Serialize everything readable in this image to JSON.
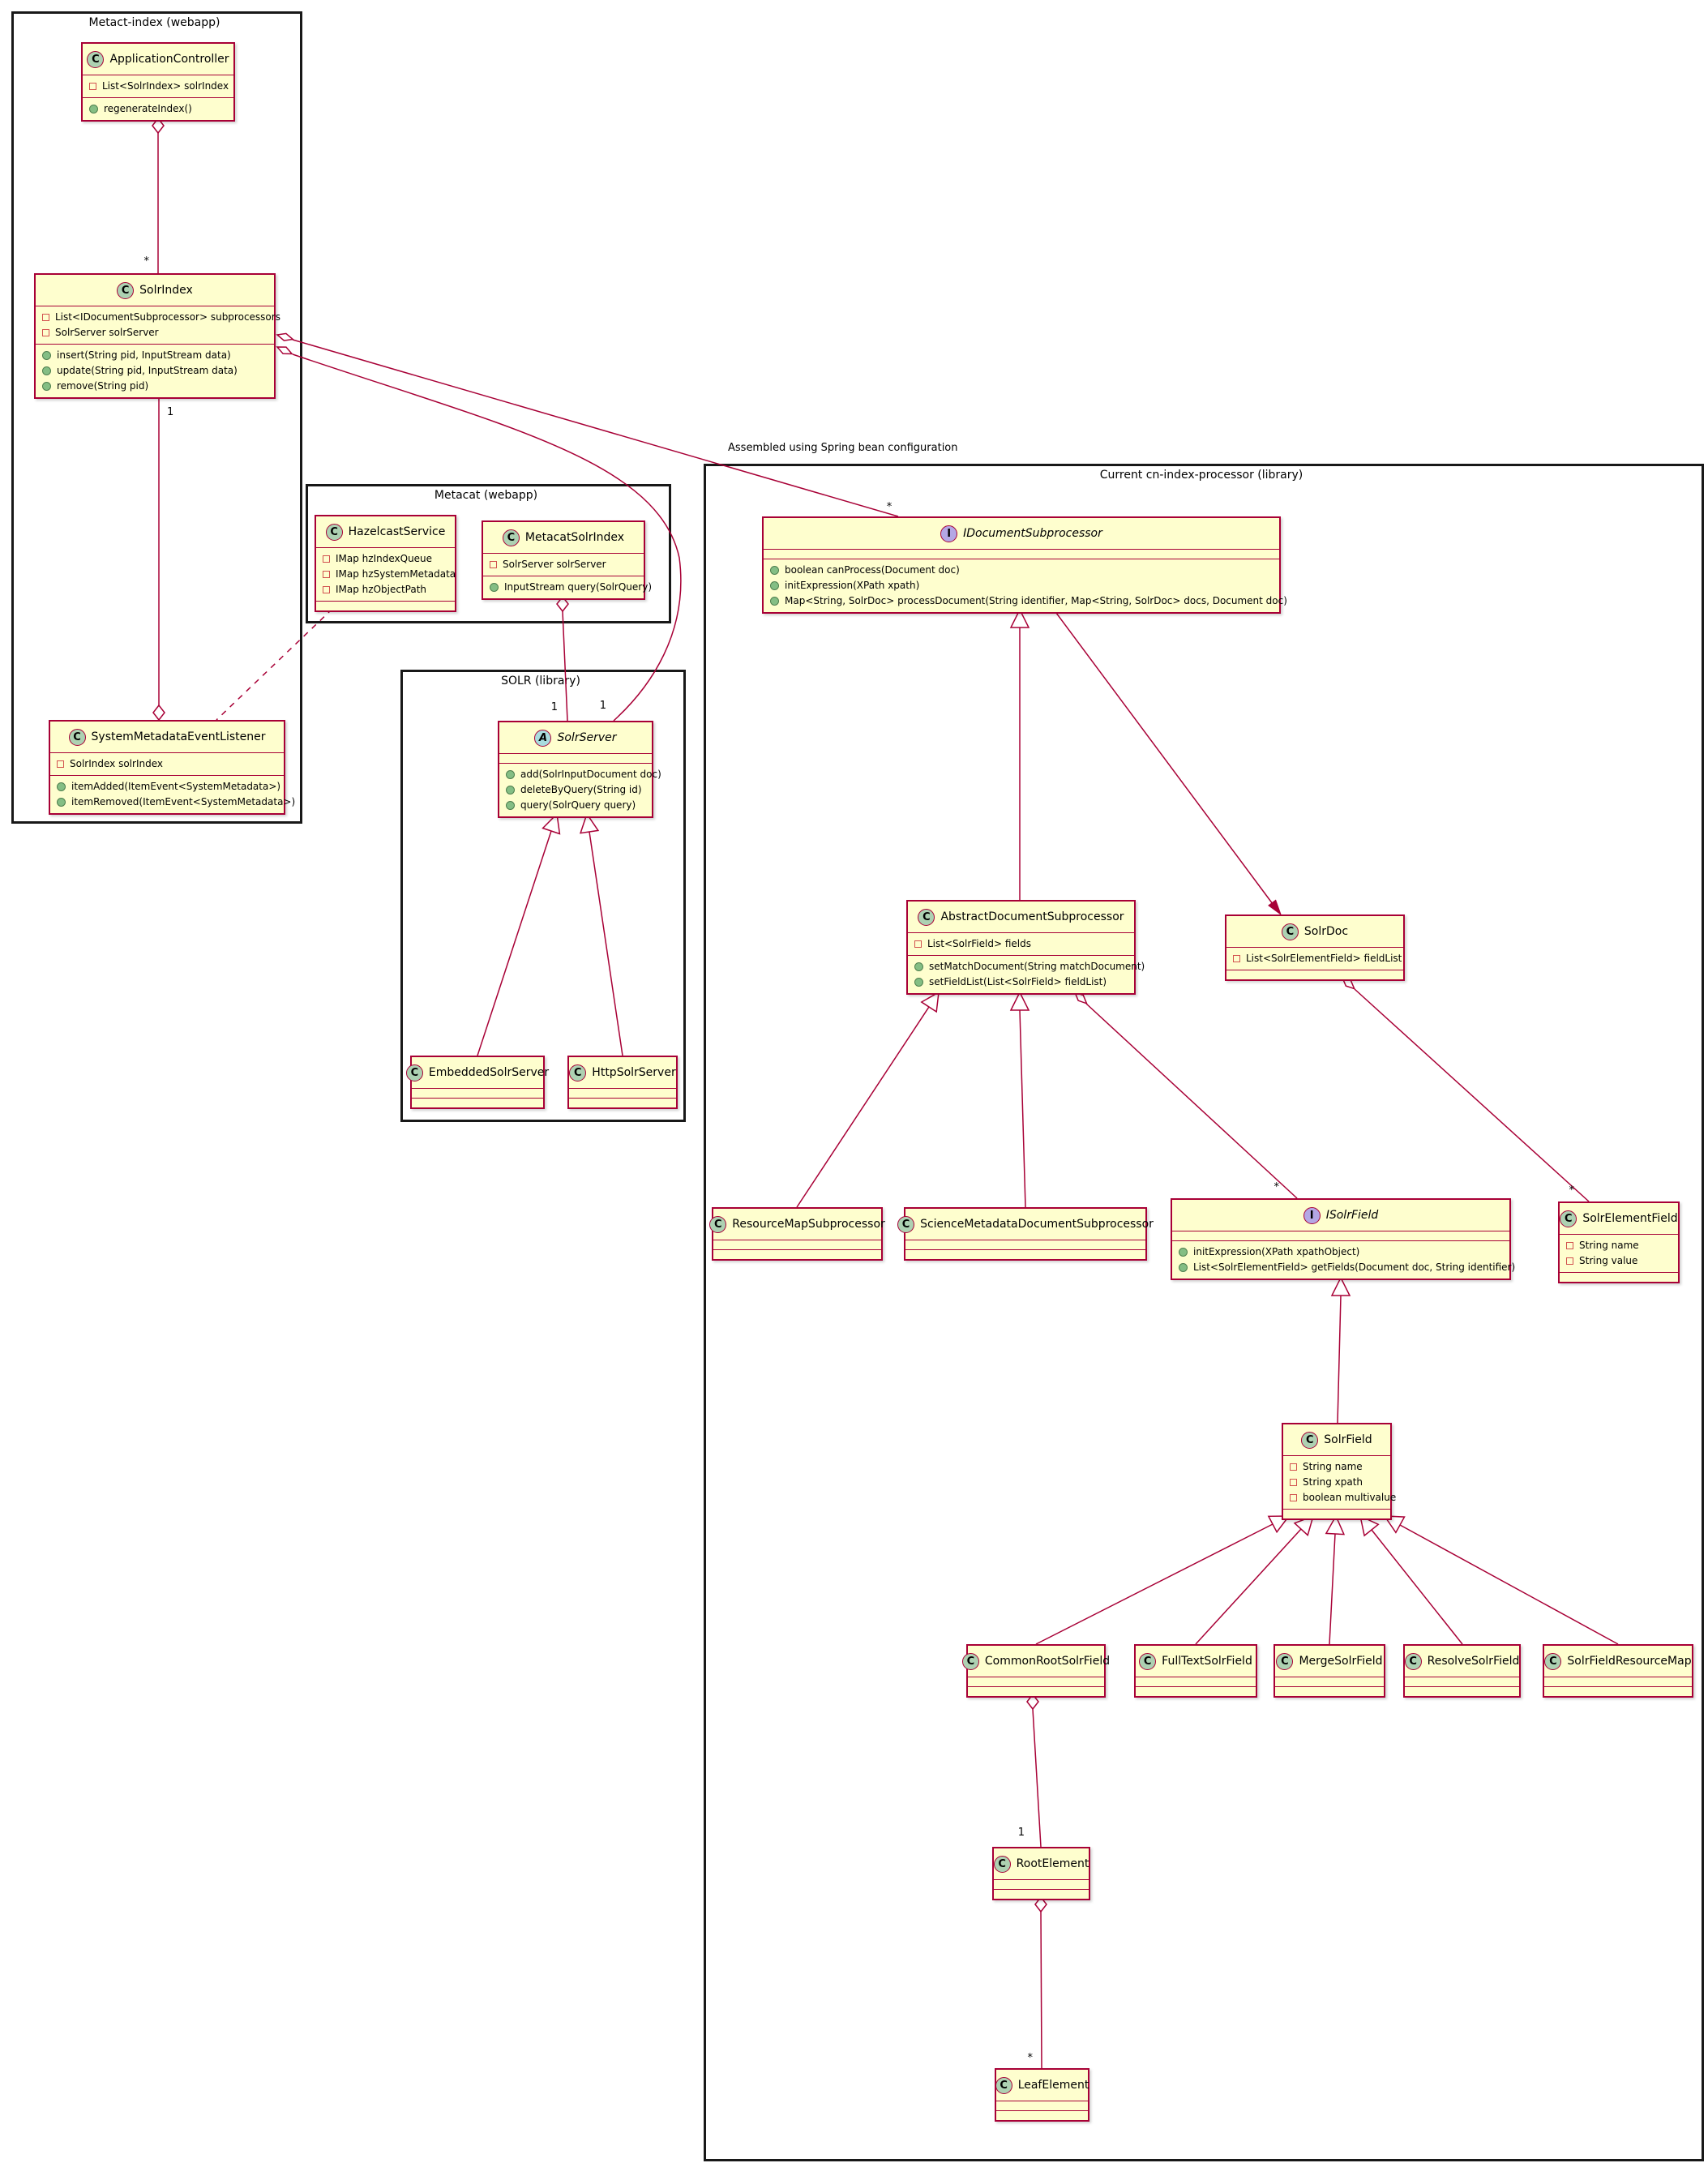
{
  "packages": {
    "metactIndex": {
      "title": "Metact-index (webapp)"
    },
    "metacat": {
      "title": "Metacat (webapp)"
    },
    "solr": {
      "title": "SOLR (library)"
    },
    "cnIndexProcessor": {
      "title": "Current cn-index-processor (library)"
    }
  },
  "spots": {
    "class": "C",
    "abstract": "A",
    "interface": "I"
  },
  "classes": {
    "applicationController": {
      "name": "ApplicationController",
      "fields": [
        "List<SolrIndex> solrIndex"
      ],
      "methods": [
        "regenerateIndex()"
      ]
    },
    "solrIndex": {
      "name": "SolrIndex",
      "fields": [
        "List<IDocumentSubprocessor> subprocessors",
        "SolrServer solrServer"
      ],
      "methods": [
        "insert(String pid, InputStream data)",
        "update(String pid, InputStream data)",
        "remove(String pid)"
      ]
    },
    "hazelcastService": {
      "name": "HazelcastService",
      "fields": [
        "IMap hzIndexQueue",
        "IMap hzSystemMetadata",
        "IMap hzObjectPath"
      ]
    },
    "metacatSolrIndex": {
      "name": "MetacatSolrIndex",
      "fields": [
        "SolrServer solrServer"
      ],
      "methods": [
        "InputStream query(SolrQuery)"
      ]
    },
    "systemMetadataEventListener": {
      "name": "SystemMetadataEventListener",
      "fields": [
        "SolrIndex solrIndex"
      ],
      "methods": [
        "itemAdded(ItemEvent<SystemMetadata>)",
        "itemRemoved(ItemEvent<SystemMetadata>)"
      ]
    },
    "solrServer": {
      "name": "SolrServer",
      "methods": [
        "add(SolrInputDocument doc)",
        "deleteByQuery(String id)",
        "query(SolrQuery query)"
      ]
    },
    "embeddedSolrServer": {
      "name": "EmbeddedSolrServer"
    },
    "httpSolrServer": {
      "name": "HttpSolrServer"
    },
    "iDocumentSubprocessor": {
      "name": "IDocumentSubprocessor",
      "methods": [
        "boolean canProcess(Document doc)",
        "initExpression(XPath xpath)",
        "Map<String, SolrDoc> processDocument(String identifier, Map<String, SolrDoc> docs, Document doc)"
      ]
    },
    "abstractDocumentSubprocessor": {
      "name": "AbstractDocumentSubprocessor",
      "fields": [
        "List<SolrField> fields"
      ],
      "methods": [
        "setMatchDocument(String matchDocument)",
        "setFieldList(List<SolrField> fieldList)"
      ]
    },
    "solrDoc": {
      "name": "SolrDoc",
      "fields": [
        "List<SolrElementField> fieldList"
      ]
    },
    "resourceMapSubprocessor": {
      "name": "ResourceMapSubprocessor"
    },
    "scienceMetadataDocumentSubprocessor": {
      "name": "ScienceMetadataDocumentSubprocessor"
    },
    "iSolrField": {
      "name": "ISolrField",
      "methods": [
        "initExpression(XPath xpathObject)",
        "List<SolrElementField> getFields(Document doc, String identifier)"
      ]
    },
    "solrElementField": {
      "name": "SolrElementField",
      "fields": [
        "String name",
        "String value"
      ]
    },
    "solrField": {
      "name": "SolrField",
      "fields": [
        "String name",
        "String xpath",
        "boolean multivalue"
      ]
    },
    "commonRootSolrField": {
      "name": "CommonRootSolrField"
    },
    "fullTextSolrField": {
      "name": "FullTextSolrField"
    },
    "mergeSolrField": {
      "name": "MergeSolrField"
    },
    "resolveSolrField": {
      "name": "ResolveSolrField"
    },
    "solrFieldResourceMap": {
      "name": "SolrFieldResourceMap"
    },
    "rootElement": {
      "name": "RootElement"
    },
    "leafElement": {
      "name": "LeafElement"
    }
  },
  "labels": {
    "assembled": "Assembled using Spring bean configuration",
    "multiplicity": {
      "appToIndex": "*",
      "indexToListener": "1",
      "indexToSubprocessors": "*",
      "indexToSolrServer": "1",
      "metacatToSolrServer": "1",
      "abstractToFields": "*",
      "docToFields": "*",
      "commonRootToRoot": "1",
      "rootToLeaf": "*"
    }
  },
  "colors": {
    "classFill": "#FEFECE",
    "classBorder": "#A80036",
    "classSpot": "#ADD1B2",
    "abstractSpot": "#A9DCDF",
    "interfaceSpot": "#B4A7E5",
    "packageBorder": "#181818"
  }
}
